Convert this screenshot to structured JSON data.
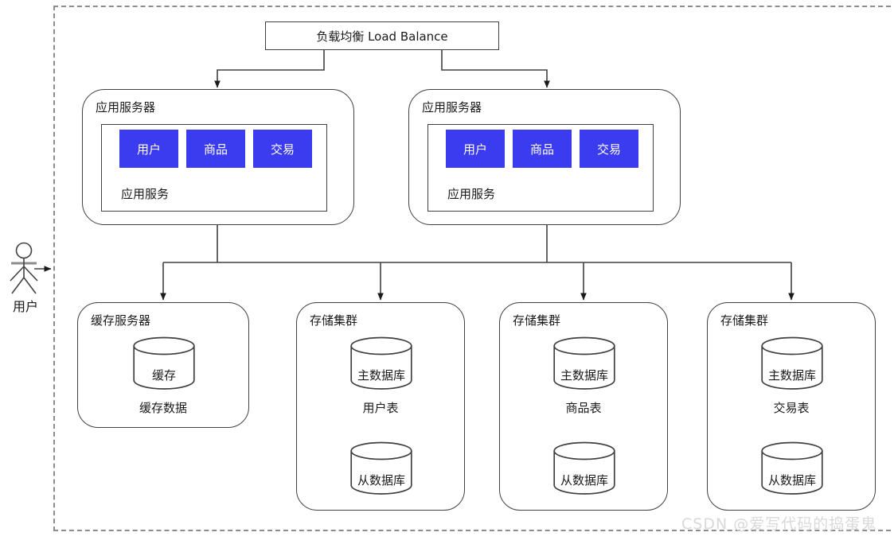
{
  "diagram": {
    "load_balancer": {
      "label": "负载均衡 Load Balance"
    },
    "actor": {
      "label": "用户"
    },
    "app_servers": [
      {
        "title": "应用服务器",
        "services": [
          "用户",
          "商品",
          "交易"
        ],
        "inner_label": "应用服务"
      },
      {
        "title": "应用服务器",
        "services": [
          "用户",
          "商品",
          "交易"
        ],
        "inner_label": "应用服务"
      }
    ],
    "cache_server": {
      "title": "缓存服务器",
      "cylinder_label": "缓存",
      "data_label": "缓存数据"
    },
    "storage_clusters": [
      {
        "title": "存储集群",
        "master_label": "主数据库",
        "table_label": "用户表",
        "slave_label": "从数据库"
      },
      {
        "title": "存储集群",
        "master_label": "主数据库",
        "table_label": "商品表",
        "slave_label": "从数据库"
      },
      {
        "title": "存储集群",
        "master_label": "主数据库",
        "table_label": "交易表",
        "slave_label": "从数据库"
      }
    ],
    "watermark": "CSDN @爱写代码的捣蛋鬼",
    "colors": {
      "service_fill": "#3b3bef",
      "line": "#404040",
      "dashed_border": "#8c8c8c",
      "watermark": "#d9d9d9"
    }
  }
}
